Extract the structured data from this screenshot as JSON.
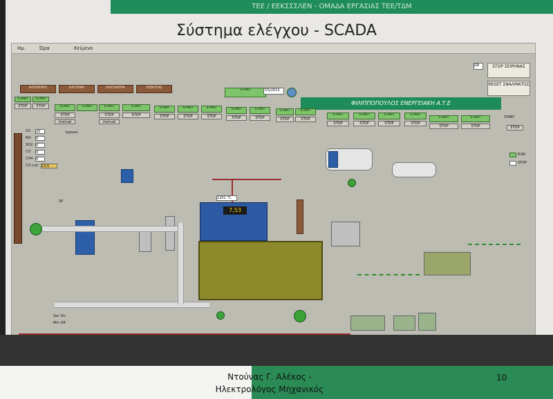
{
  "slide": {
    "top_banner": "ΤΕΕ / ΕΕΚΣΣΣΛΕΝ - ΟΜΑΔΑ ΕΡΓΑΣΙΑΣ ΤΕΕ/ΤΔΜ",
    "title": "Σύστημα ελέγχου - SCADA",
    "author_line1": "Ντούνας Γ. Αλέκος -",
    "author_line2": "Ηλεκτρολόγος Μηχανικός",
    "page_number": "10"
  },
  "scada": {
    "header": {
      "date_col": "Ημ.",
      "time_col": "Ώρα",
      "text_col": "Κείμενο",
      "gr": "GR"
    },
    "stop_siren": "STOP ΣΕΙΡΗΝΑΣ",
    "reset_alarms": "RESET ΣΦΑΛΜΑΤΟΣ",
    "company": "ΦΙΛΙΠΠΟΠΟΥΛΟΣ ΕΝΕΡΓΕΙΑΚΗ Α.Τ.Ε",
    "date_box": "7/5/2013",
    "brown_buttons": [
      "ΑΠΟΘΗΚΗ",
      "ΚΑΥΣΙΜΑ",
      "ΚΑΥΣΑΕΡΙΑ",
      "ΛΕΒΗΤΑΣ"
    ],
    "start_label": "START",
    "stop_label": "STOP",
    "manual_label": "manual",
    "sp_label": "SP",
    "main_reading": "7,53",
    "gas_values": [
      {
        "name": "O2",
        "value": "20"
      },
      {
        "name": "NO",
        "value": "0"
      },
      {
        "name": "SO2",
        "value": "0"
      },
      {
        "name": "CO",
        "value": "0"
      },
      {
        "name": "CH4",
        "value": "0"
      }
    ],
    "co_value": "13,5",
    "zero_value": "0",
    "bypass": "bypass",
    "co_curr": "CO curr",
    "temp_tag": "1201 °C",
    "status_on": "Sec On",
    "status_off": "Min Off",
    "legend_run": "RUN",
    "legend_stop": "STOP"
  }
}
